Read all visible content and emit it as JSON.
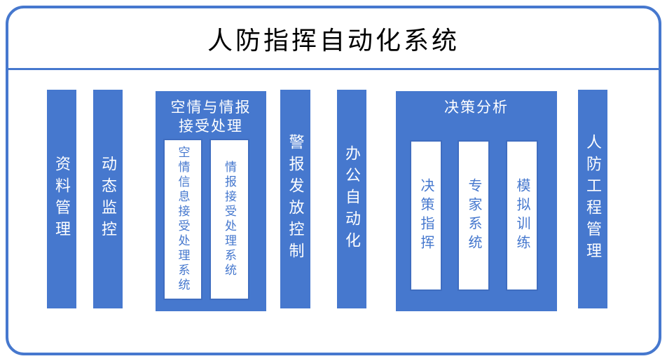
{
  "title": "人防指挥自动化系统",
  "colors": {
    "primary_blue": "#4678CE",
    "text_on_blue": "#FFFFFF",
    "subbox_bg": "#FFFFFF",
    "title_text": "#000000"
  },
  "columns": [
    {
      "label": "资料管理"
    },
    {
      "label": "动态监控"
    },
    {
      "header_lines": [
        "空情与情报",
        "接受处理"
      ],
      "children": [
        {
          "label": "空情信息接受处理系统"
        },
        {
          "label": "情报接受处理系统"
        }
      ]
    },
    {
      "label": "警报发放控制"
    },
    {
      "label": "办公自动化"
    },
    {
      "header": "决策分析",
      "children": [
        {
          "label": "决策指挥"
        },
        {
          "label": "专家系统"
        },
        {
          "label": "模拟训练"
        }
      ]
    },
    {
      "label": "人防工程管理"
    }
  ]
}
